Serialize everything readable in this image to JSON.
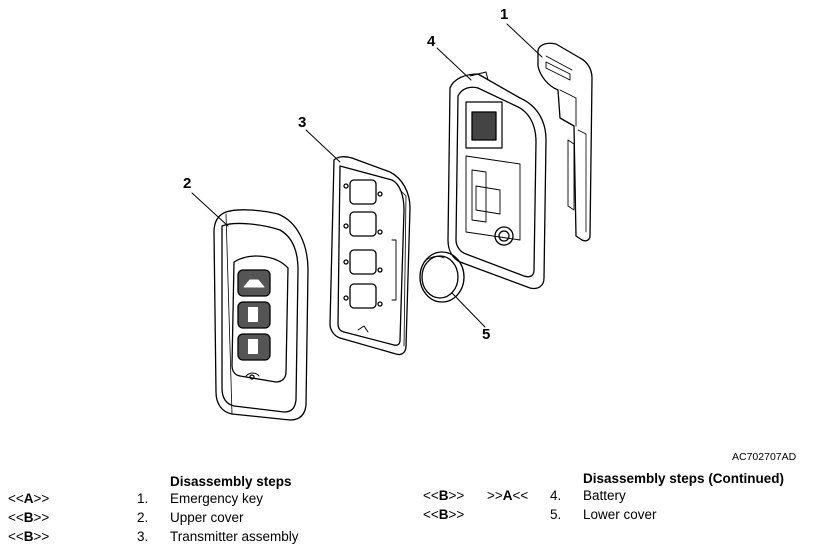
{
  "figure": {
    "code": "AC702707AD",
    "callouts": [
      "1",
      "2",
      "3",
      "4",
      "5"
    ]
  },
  "left_table": {
    "title": "Disassembly steps",
    "rows": [
      {
        "ref_pre": "<<",
        "ref_letter": "A",
        "ref_post": ">>",
        "num": "1.",
        "name": "Emergency key"
      },
      {
        "ref_pre": "<<",
        "ref_letter": "B",
        "ref_post": ">>",
        "num": "2.",
        "name": "Upper cover"
      },
      {
        "ref_pre": "<<",
        "ref_letter": "B",
        "ref_post": ">>",
        "num": "3.",
        "name": "Transmitter assembly"
      }
    ]
  },
  "right_table": {
    "title": "Disassembly steps (Continued)",
    "rows": [
      {
        "ref_pre": "<<",
        "ref_letter": "B",
        "ref_post": ">>",
        "ref2_pre": ">>",
        "ref2_letter": "A",
        "ref2_post": "<<",
        "num": "4.",
        "name": "Battery"
      },
      {
        "ref_pre": "<<",
        "ref_letter": "B",
        "ref_post": ">>",
        "ref2_pre": "",
        "ref2_letter": "",
        "ref2_post": "",
        "num": "5.",
        "name": "Lower cover"
      }
    ]
  }
}
